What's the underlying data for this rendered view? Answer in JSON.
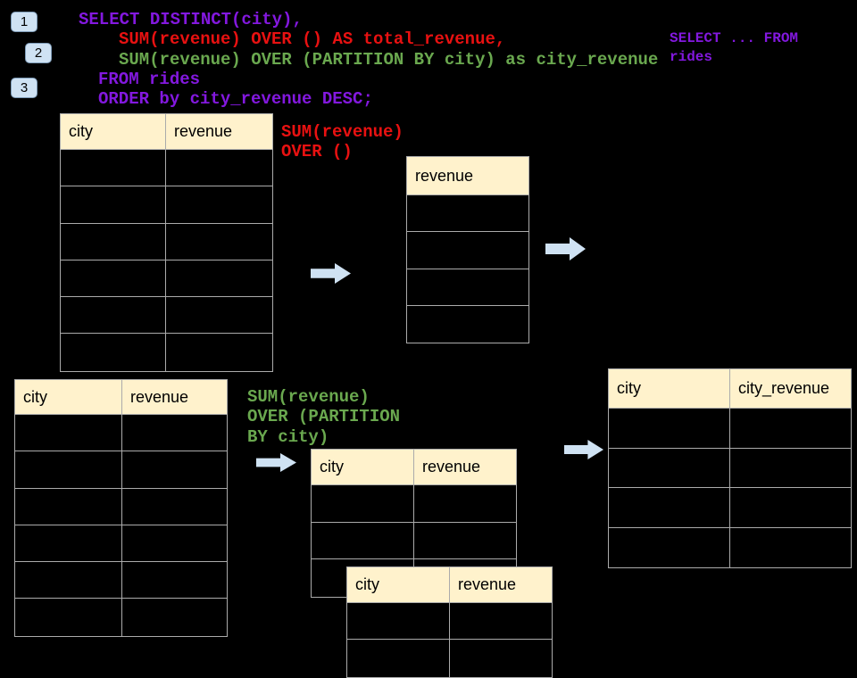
{
  "colors": {
    "background": "#000000",
    "purple": "#8318DF",
    "red": "#E81111",
    "green": "#6AA84F",
    "table_header_bg": "#FFF2CC",
    "table_border": "#ABABAB",
    "arrow_fill": "#CFE2F3",
    "badge_bg": "#CFE2F3",
    "badge_border": "#7F9CB8"
  },
  "step_badges": [
    "1",
    "2",
    "3"
  ],
  "sql_query": {
    "lines": [
      {
        "text": "SELECT DISTINCT(city),",
        "color": "purple"
      },
      {
        "text": "SUM(revenue) OVER () AS total_revenue,",
        "color": "red"
      },
      {
        "text": "SUM(revenue) OVER (PARTITION BY city) as city_revenue",
        "color": "green"
      },
      {
        "text": "FROM rides",
        "color": "purple"
      },
      {
        "text": "ORDER by city_revenue DESC;",
        "color": "purple"
      }
    ]
  },
  "from_note": {
    "lines": [
      {
        "text": "SELECT ... FROM",
        "color": "purple"
      },
      {
        "text": "rides",
        "color": "purple"
      }
    ]
  },
  "total_revenue_label": {
    "lines": [
      {
        "text": "SUM(revenue)",
        "color": "red"
      },
      {
        "text": "OVER ()",
        "color": "red"
      }
    ]
  },
  "partition_label": {
    "lines": [
      {
        "text": "SUM(revenue)",
        "color": "green"
      },
      {
        "text": "OVER (PARTITION",
        "color": "green"
      },
      {
        "text": "BY city)",
        "color": "green"
      }
    ]
  },
  "tables": {
    "rides_top": {
      "headers": [
        "city",
        "revenue"
      ],
      "row_count": 6
    },
    "revenue_column": {
      "headers": [
        "revenue"
      ],
      "row_count": 4
    },
    "rides_bottom": {
      "headers": [
        "city",
        "revenue"
      ],
      "row_count": 6
    },
    "partition_back": {
      "headers": [
        "city",
        "revenue"
      ],
      "row_count": 3
    },
    "partition_front": {
      "headers": [
        "city",
        "revenue"
      ],
      "row_count": 2
    },
    "result": {
      "headers": [
        "city",
        "city_revenue"
      ],
      "row_count": 4
    }
  }
}
